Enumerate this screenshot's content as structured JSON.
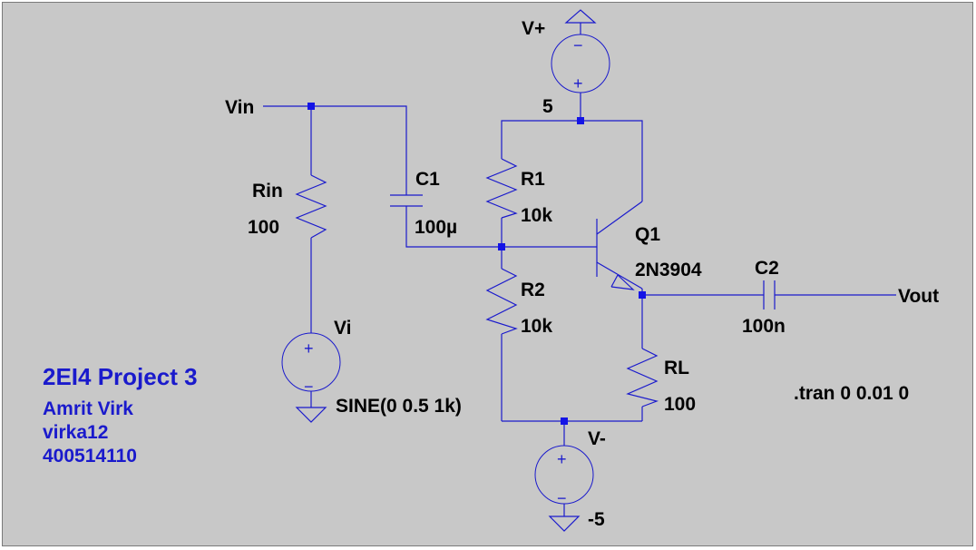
{
  "nets": {
    "vin": "Vin",
    "vout": "Vout",
    "vplus": "V+",
    "vminus": "V-",
    "vplus_value": "5",
    "vminus_value": "-5"
  },
  "components": {
    "rin": {
      "name": "Rin",
      "value": "100"
    },
    "c1": {
      "name": "C1",
      "value": "100µ"
    },
    "r1": {
      "name": "R1",
      "value": "10k"
    },
    "r2": {
      "name": "R2",
      "value": "10k"
    },
    "q1": {
      "name": "Q1",
      "model": "2N3904"
    },
    "c2": {
      "name": "C2",
      "value": "100n"
    },
    "rl": {
      "name": "RL",
      "value": "100"
    },
    "vi": {
      "name": "Vi",
      "value": "SINE(0 0.5 1k)"
    }
  },
  "directive": ".tran 0 0.01 0",
  "notes": {
    "title": "2EI4 Project 3",
    "author": "Amrit Virk",
    "userid": "virka12",
    "student_number": "400514110"
  },
  "colors": {
    "background": "#c8c8c8",
    "wire": "#1a1acc",
    "junction": "#1414e6",
    "label": "#000000",
    "note": "#1a1acc"
  }
}
